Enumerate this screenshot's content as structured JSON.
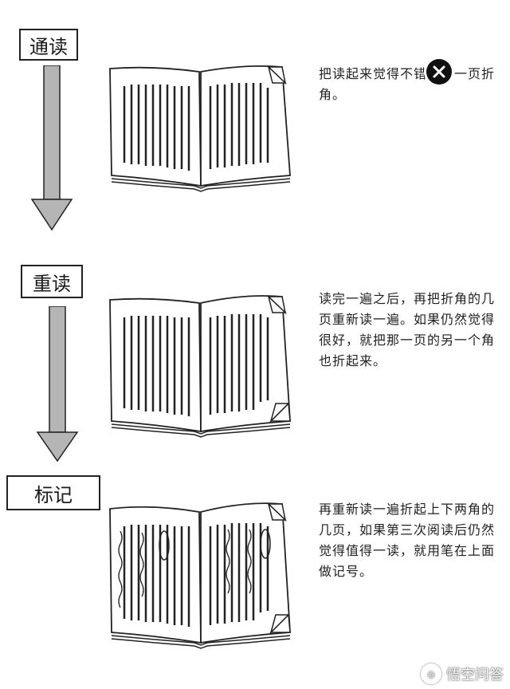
{
  "steps": [
    {
      "label": "通读",
      "description": "把读起来觉得不错的那一页折角。"
    },
    {
      "label": "重读",
      "description": "读完一遍之后，再把折角的几页重新读一遍。如果仍然觉得很好，就把那一页的另一个角也折起来。"
    },
    {
      "label": "标记",
      "description": "再重新读一遍折起上下两角的几页，如果第三次阅读后仍然觉得值得一读，就用笔在上面做记号。"
    }
  ],
  "overlay": {
    "close_icon": "close-x-circle-icon"
  },
  "watermark": {
    "text": "悟空问答",
    "icon": "wukong-logo-icon"
  },
  "colors": {
    "arrow_fill": "#b5b5b5",
    "ink": "#222222"
  }
}
